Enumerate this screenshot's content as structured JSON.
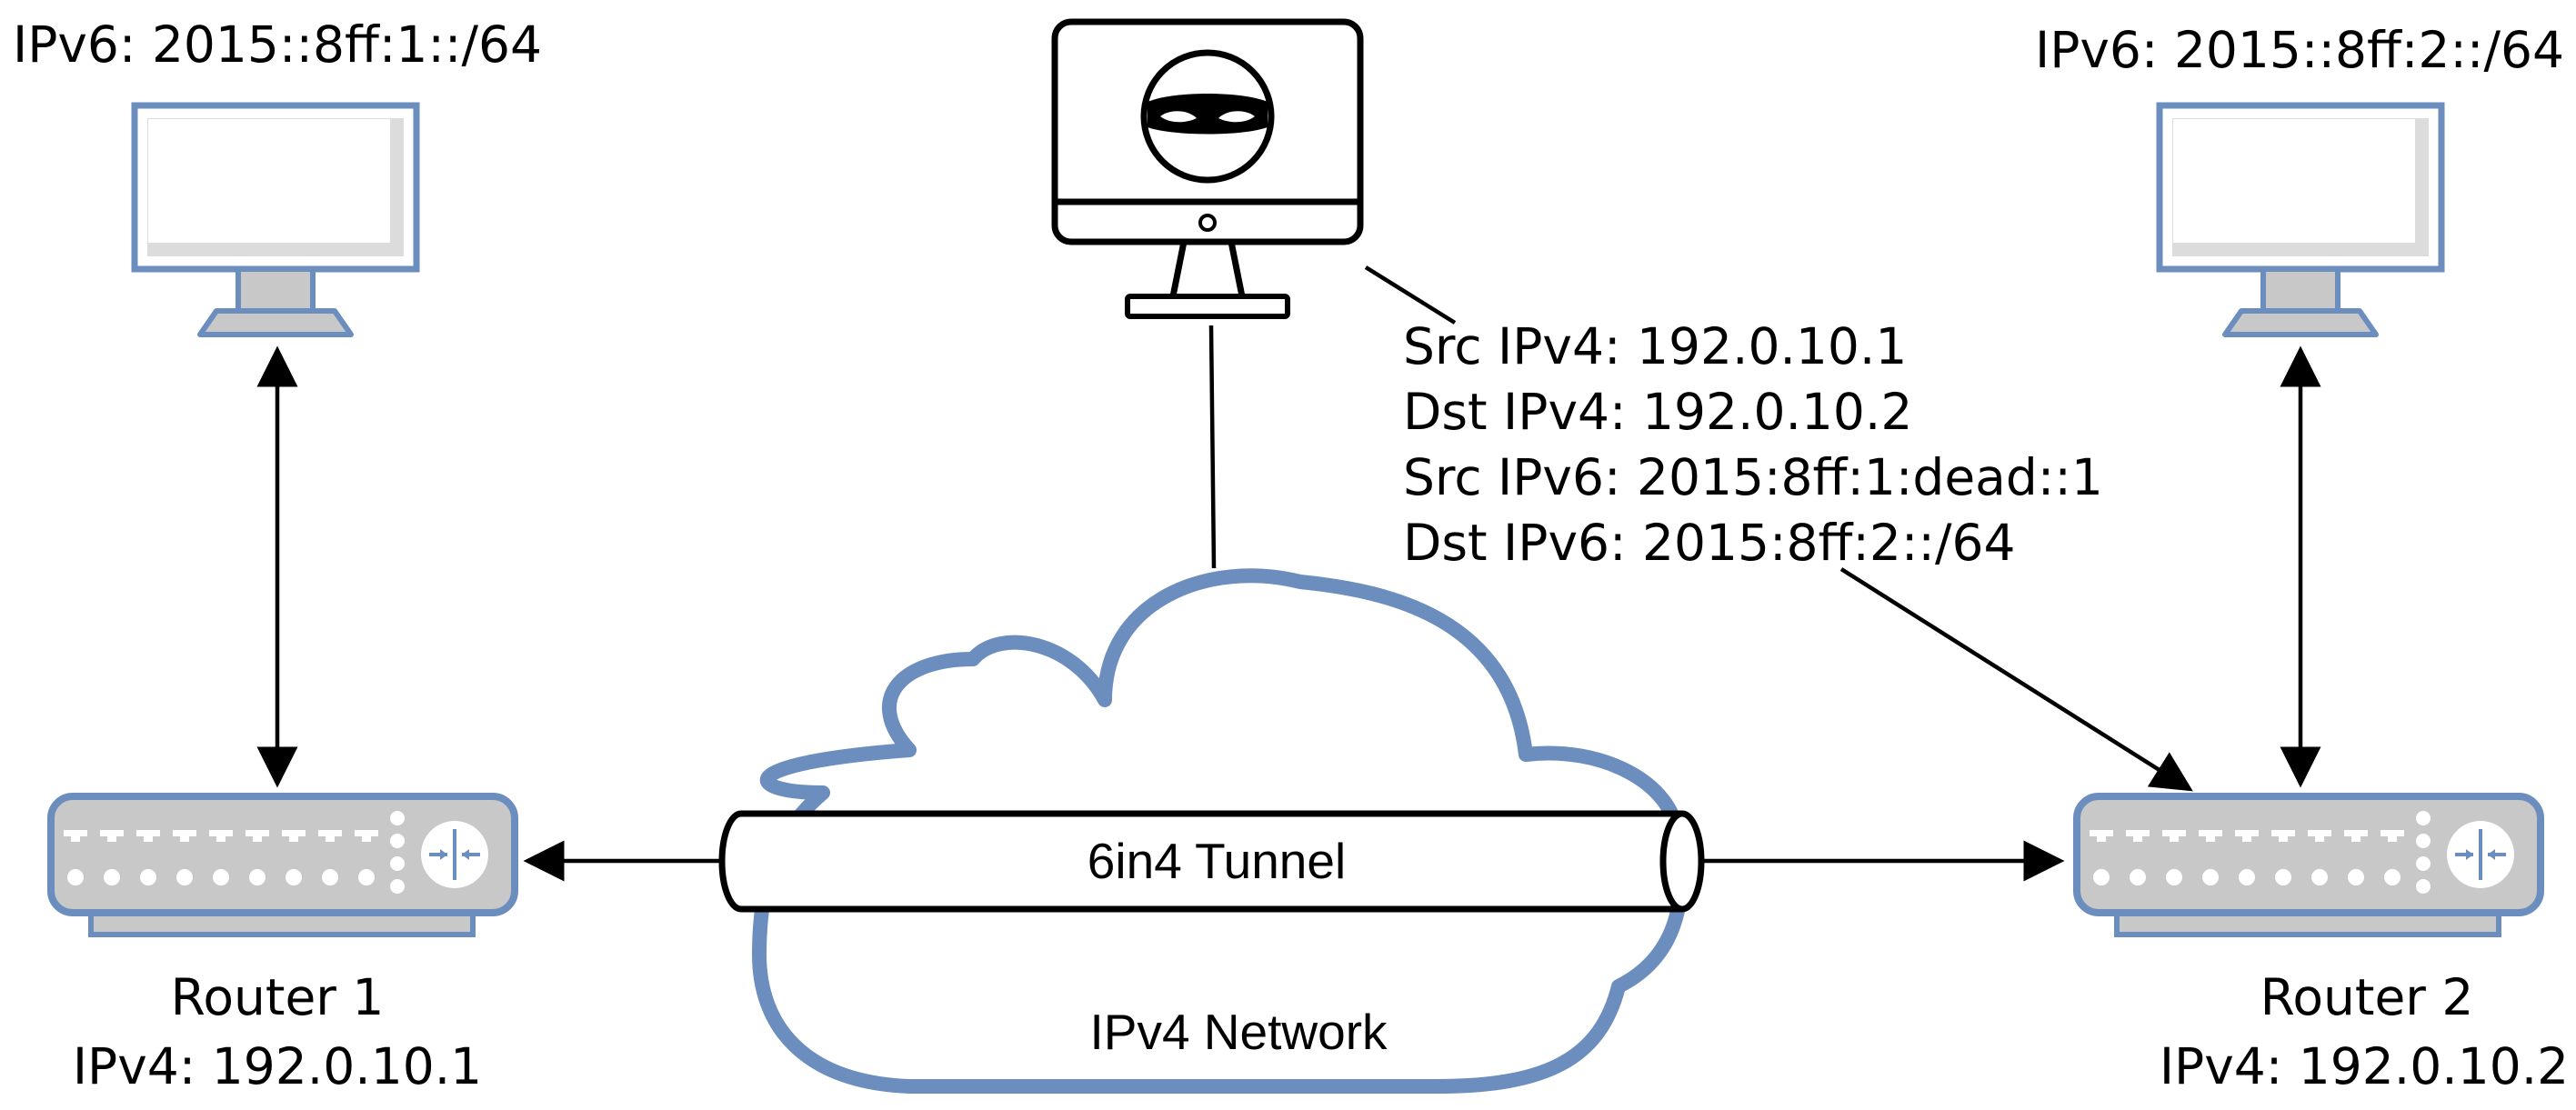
{
  "host_left": {
    "ipv6_label": "IPv6:  2015::8ff:1::/64"
  },
  "host_right": {
    "ipv6_label": "IPv6:  2015::8ff:2::/64"
  },
  "router_left": {
    "name": "Router 1",
    "ipv4_label": "IPv4: 192.0.10.1"
  },
  "router_right": {
    "name": "Router 2",
    "ipv4_label": "IPv4: 192.0.10.2"
  },
  "tunnel": {
    "label": "6in4 Tunnel"
  },
  "network": {
    "label": "IPv4 Network"
  },
  "attacker_packet": {
    "lines": [
      "Src IPv4: 192.0.10.1",
      "Dst IPv4: 192.0.10.2",
      "Src IPv6: 2015:8ff:1:dead::1",
      "Dst IPv6: 2015:8ff:2::/64"
    ]
  },
  "colors": {
    "device_outline": "#6c8ebf",
    "device_fill": "#c8c8c8",
    "screen_fill": "#ffffff",
    "line": "#000000"
  },
  "icons": {
    "attacker": "masked-hacker-monitor-icon",
    "host": "desktop-computer-icon",
    "router": "router-icon"
  }
}
